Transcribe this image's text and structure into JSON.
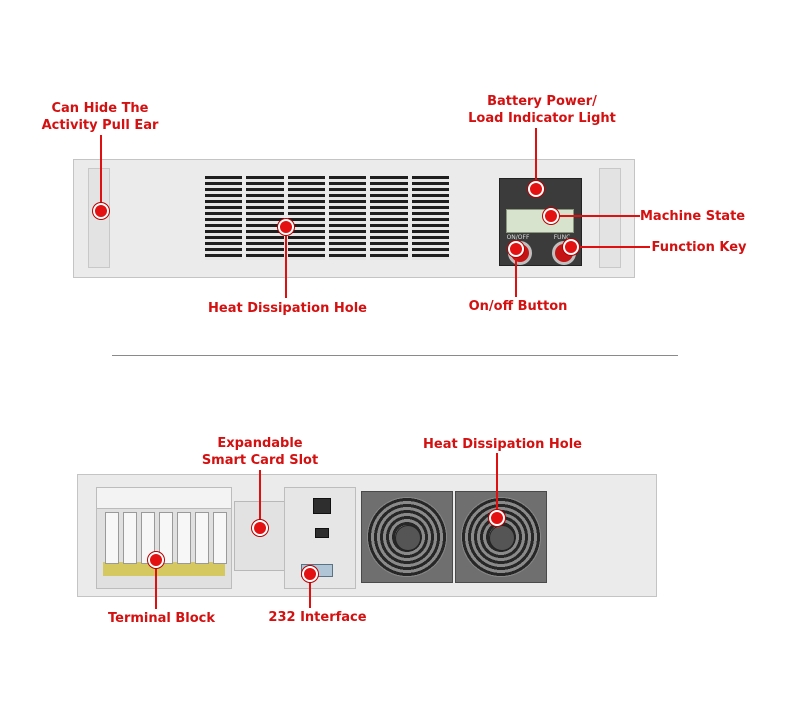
{
  "front_view": {
    "labels": {
      "pull_ear": "Can Hide The\nActivity Pull Ear",
      "battery_indicator": "Battery Power/\nLoad Indicator Light",
      "machine_state": "Machine State",
      "function_key": "Function Key",
      "heat_hole": "Heat Dissipation Hole",
      "on_off": "On/off Button"
    },
    "button_labels": {
      "on_off": "ON/OFF",
      "func": "FUNC"
    }
  },
  "rear_view": {
    "labels": {
      "smart_card": "Expandable\nSmart Card Slot",
      "heat_hole": "Heat Dissipation Hole",
      "terminal_block": "Terminal Block",
      "interface_232": "232 Interface"
    }
  },
  "colors": {
    "annotation": "#d41010",
    "marker": "#e31111",
    "device_body": "#ebebeb"
  }
}
